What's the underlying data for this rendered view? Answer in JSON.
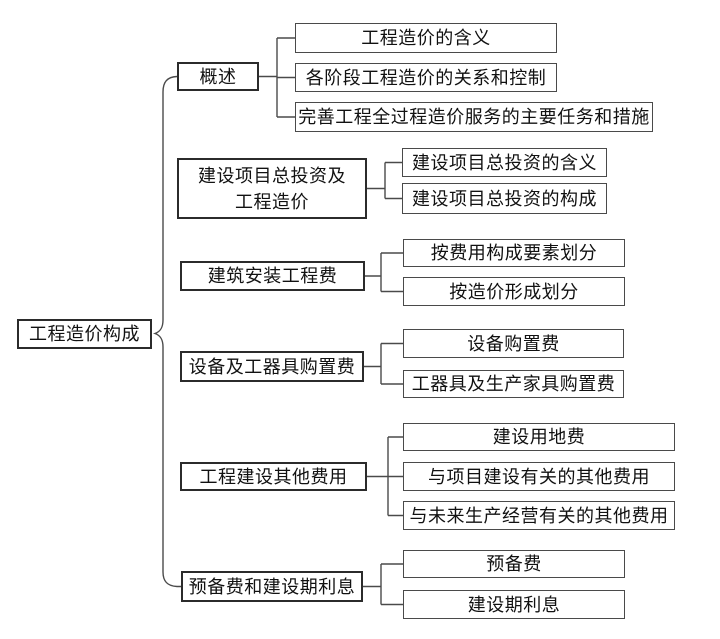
{
  "diagram": {
    "root": {
      "label": "工程造价构成"
    },
    "branches": [
      {
        "label": "概述",
        "children": [
          "工程造价的含义",
          "各阶段工程造价的关系和控制",
          "完善工程全过程造价服务的主要任务和措施"
        ]
      },
      {
        "label": "建设项目总投资及工程造价",
        "children": [
          "建设项目总投资的含义",
          "建设项目总投资的构成"
        ]
      },
      {
        "label": "建筑安装工程费",
        "children": [
          "按费用构成要素划分",
          "按造价形成划分"
        ]
      },
      {
        "label": "设备及工器具购置费",
        "children": [
          "设备购置费",
          "工器具及生产家具购置费"
        ]
      },
      {
        "label": "工程建设其他费用",
        "children": [
          "建设用地费",
          "与项目建设有关的其他费用",
          "与未来生产经营有关的其他费用"
        ]
      },
      {
        "label": "预备费和建设期利息",
        "children": [
          "预备费",
          "建设期利息"
        ]
      }
    ],
    "colors": {
      "border_dark": "#2b2b2b",
      "border_light": "#4a4a4a",
      "line": "#4a4a4a",
      "text": "#111111",
      "background": "#ffffff"
    }
  }
}
